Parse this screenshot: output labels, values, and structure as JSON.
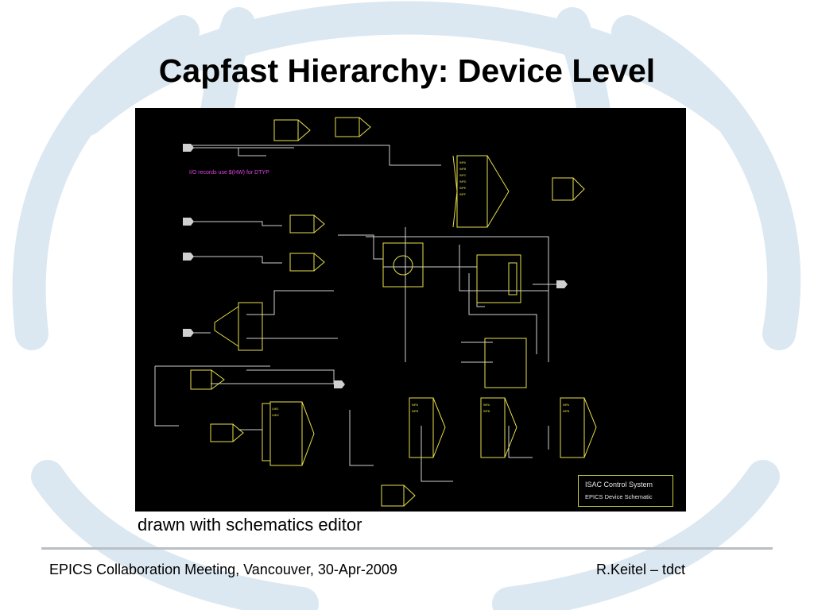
{
  "slide": {
    "title": "Capfast Hierarchy: Device Level",
    "caption": "drawn with schematics editor"
  },
  "footer": {
    "left": "EPICS Collaboration Meeting, Vancouver, 30-Apr-2009",
    "right": "R.Keitel – tdct"
  },
  "schematic": {
    "note": "I/O records use $(HW) for DTYP",
    "titleblock": {
      "line1": "ISAC Control System",
      "line2": "EPICS Device Schematic"
    }
  },
  "colors": {
    "background": "#ffffff",
    "decoration": "#dce8f1",
    "schematic_bg": "#000000",
    "wire": "#d0d0d0",
    "symbol": "#e8e04a",
    "annotation": "#e043e0",
    "footer_line": "#b9bfc6"
  }
}
